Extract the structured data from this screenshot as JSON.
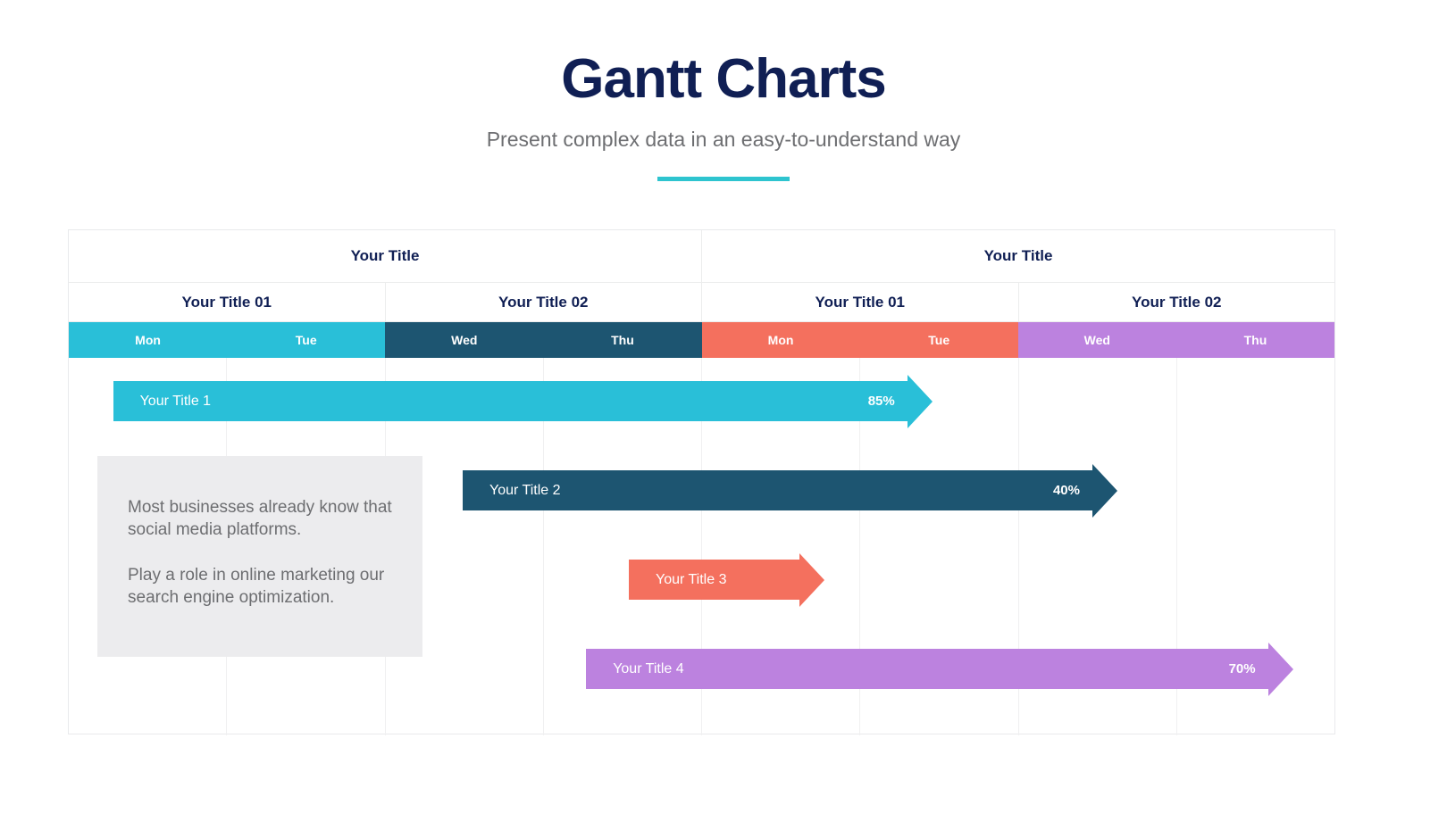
{
  "header": {
    "title": "Gantt Charts",
    "subtitle": "Present complex data in an easy-to-understand way",
    "accent_color": "#2ec4cf"
  },
  "chart_data": {
    "type": "bar",
    "title": "Gantt Charts",
    "subtitle": "Present complex data in an easy-to-understand way",
    "orientation": "horizontal",
    "grid": true,
    "axis_columns": [
      "Mon",
      "Tue",
      "Wed",
      "Thu",
      "Mon",
      "Tue",
      "Wed",
      "Thu"
    ],
    "group_headers": [
      {
        "label": "Your Title",
        "span": 4
      },
      {
        "label": "Your Title",
        "span": 4
      }
    ],
    "subgroup_headers": [
      {
        "label": "Your Title 01",
        "span": 2,
        "color": "#29bfd8"
      },
      {
        "label": "Your Title 02",
        "span": 2,
        "color": "#1d5571"
      },
      {
        "label": "Your Title 01",
        "span": 2,
        "color": "#f4705e"
      },
      {
        "label": "Your Title 02",
        "span": 2,
        "color": "#bc82df"
      }
    ],
    "day_cells": [
      {
        "label": "Mon",
        "color": "#29bfd8"
      },
      {
        "label": "Tue",
        "color": "#29bfd8"
      },
      {
        "label": "Wed",
        "color": "#1d5571"
      },
      {
        "label": "Thu",
        "color": "#1d5571"
      },
      {
        "label": "Mon",
        "color": "#f4705e"
      },
      {
        "label": "Tue",
        "color": "#f4705e"
      },
      {
        "label": "Wed",
        "color": "#bc82df"
      },
      {
        "label": "Thu",
        "color": "#bc82df"
      }
    ],
    "tasks": [
      {
        "label": "Your Title 1",
        "percent": "85%",
        "color": "#29bfd8",
        "start_col": 0.28,
        "end_col": 5.3,
        "row": 0
      },
      {
        "label": "Your Title 2",
        "percent": "40%",
        "color": "#1d5571",
        "start_col": 2.49,
        "end_col": 6.47,
        "row": 1
      },
      {
        "label": "Your Title 3",
        "percent": "",
        "color": "#f4705e",
        "start_col": 3.54,
        "end_col": 4.62,
        "row": 2
      },
      {
        "label": "Your Title 4",
        "percent": "70%",
        "color": "#bc82df",
        "start_col": 3.27,
        "end_col": 7.58,
        "row": 3
      }
    ],
    "note": {
      "paragraph_1": "Most businesses already know that social media platforms.",
      "paragraph_2": "Play a role in online marketing our search engine optimization."
    }
  }
}
